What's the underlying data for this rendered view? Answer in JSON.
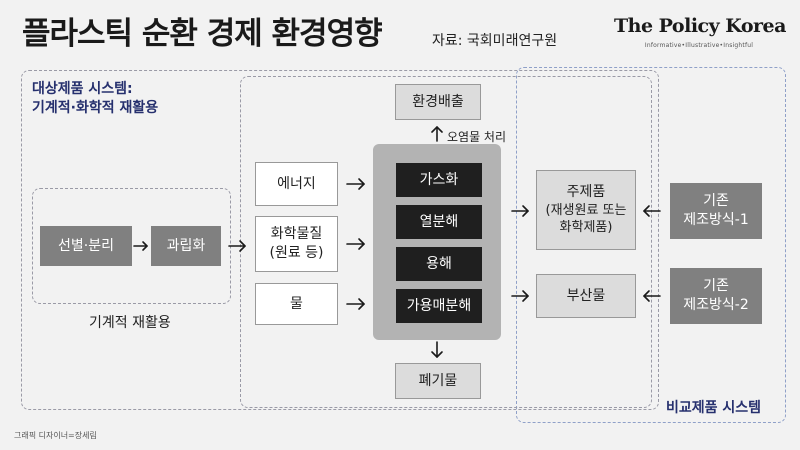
{
  "header": {
    "title": "플라스틱 순환 경제 환경영향",
    "source": "자료: 국회미래연구원",
    "brand": "The Policy Korea",
    "tagline": "Informative•Illustrative•Insightful"
  },
  "target_system": {
    "label_line1": "대상제품 시스템:",
    "label_line2": "기계적·화학적 재활용"
  },
  "mechanical": {
    "caption": "기계적 재활용",
    "sort_label": "선별·분리",
    "pellet_label": "과립화"
  },
  "inputs": {
    "energy": "에너지",
    "chemical_line1": "화학물질",
    "chemical_line2": "(원료 등)",
    "water": "물"
  },
  "chemical_process": {
    "steps": [
      "가스화",
      "열분해",
      "용해",
      "가용매분해"
    ]
  },
  "emissions": {
    "label": "환경배출",
    "treatment": "오염물 처리"
  },
  "waste": {
    "label": "폐기물"
  },
  "outputs": {
    "main_line1": "주제품",
    "main_line2": "(재생원료 또는",
    "main_line3": "화학제품)",
    "byproduct": "부산물"
  },
  "comparison": {
    "label": "비교제품 시스템",
    "method1_line1": "기존",
    "method1_line2": "제조방식-1",
    "method2_line1": "기존",
    "method2_line2": "제조방식-2"
  },
  "credit": "그래픽 디자이너=장세림"
}
